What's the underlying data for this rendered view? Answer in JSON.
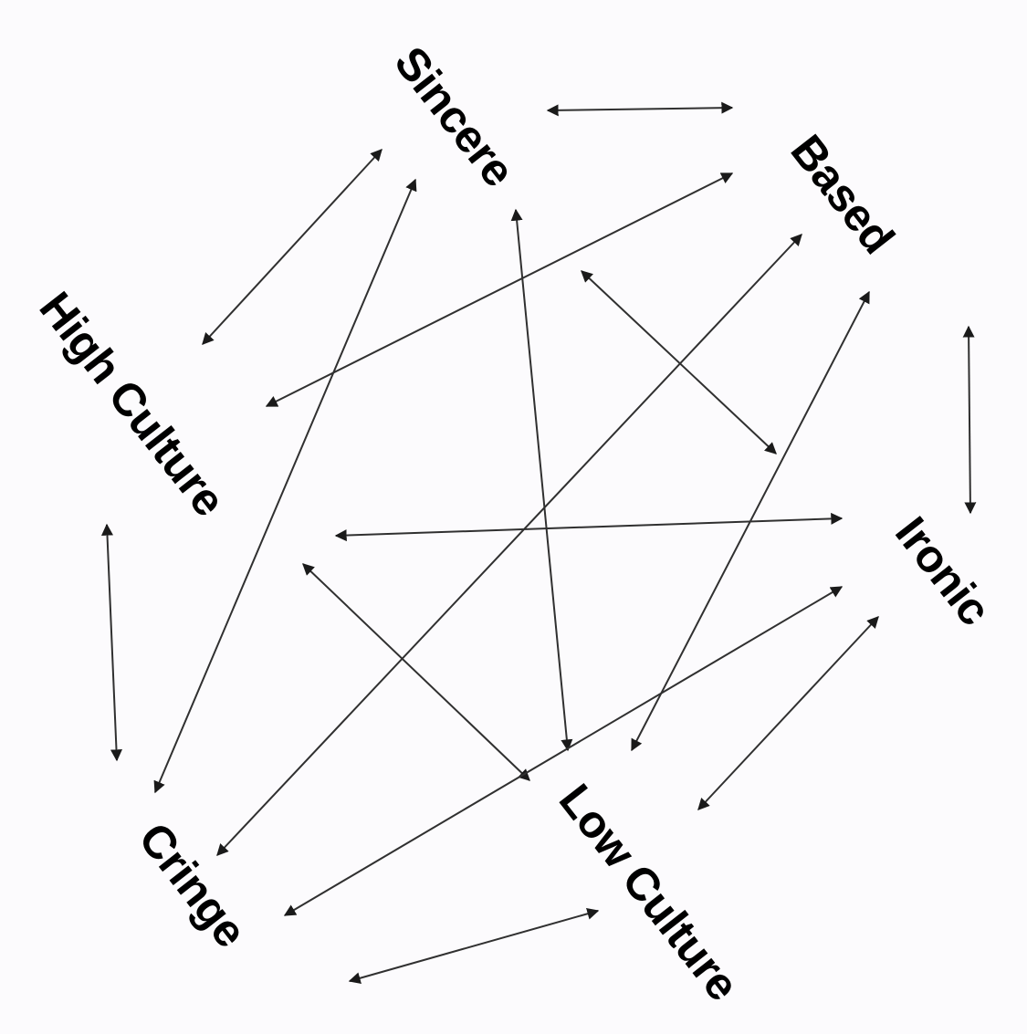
{
  "nodes": [
    {
      "id": "sincere",
      "label": "Sincere"
    },
    {
      "id": "based",
      "label": "Based"
    },
    {
      "id": "ironic",
      "label": "Ironic"
    },
    {
      "id": "low_culture",
      "label": "Low Culture"
    },
    {
      "id": "cringe",
      "label": "Cringe"
    },
    {
      "id": "high_culture",
      "label": "High Culture"
    }
  ],
  "edges": [
    {
      "from": "sincere",
      "to": "based",
      "direction": "both"
    },
    {
      "from": "based",
      "to": "ironic",
      "direction": "both"
    },
    {
      "from": "ironic",
      "to": "low_culture",
      "direction": "both"
    },
    {
      "from": "low_culture",
      "to": "cringe",
      "direction": "both"
    },
    {
      "from": "cringe",
      "to": "high_culture",
      "direction": "both"
    },
    {
      "from": "high_culture",
      "to": "sincere",
      "direction": "both"
    },
    {
      "from": "high_culture",
      "to": "based",
      "direction": "both"
    },
    {
      "from": "high_culture",
      "to": "ironic",
      "direction": "both"
    },
    {
      "from": "high_culture",
      "to": "low_culture",
      "direction": "both"
    },
    {
      "from": "sincere",
      "to": "cringe",
      "direction": "both"
    },
    {
      "from": "sincere",
      "to": "low_culture",
      "direction": "both"
    },
    {
      "from": "sincere",
      "to": "ironic",
      "direction": "both"
    },
    {
      "from": "based",
      "to": "cringe",
      "direction": "both"
    },
    {
      "from": "based",
      "to": "low_culture",
      "direction": "both"
    },
    {
      "from": "ironic",
      "to": "cringe",
      "direction": "both"
    }
  ]
}
